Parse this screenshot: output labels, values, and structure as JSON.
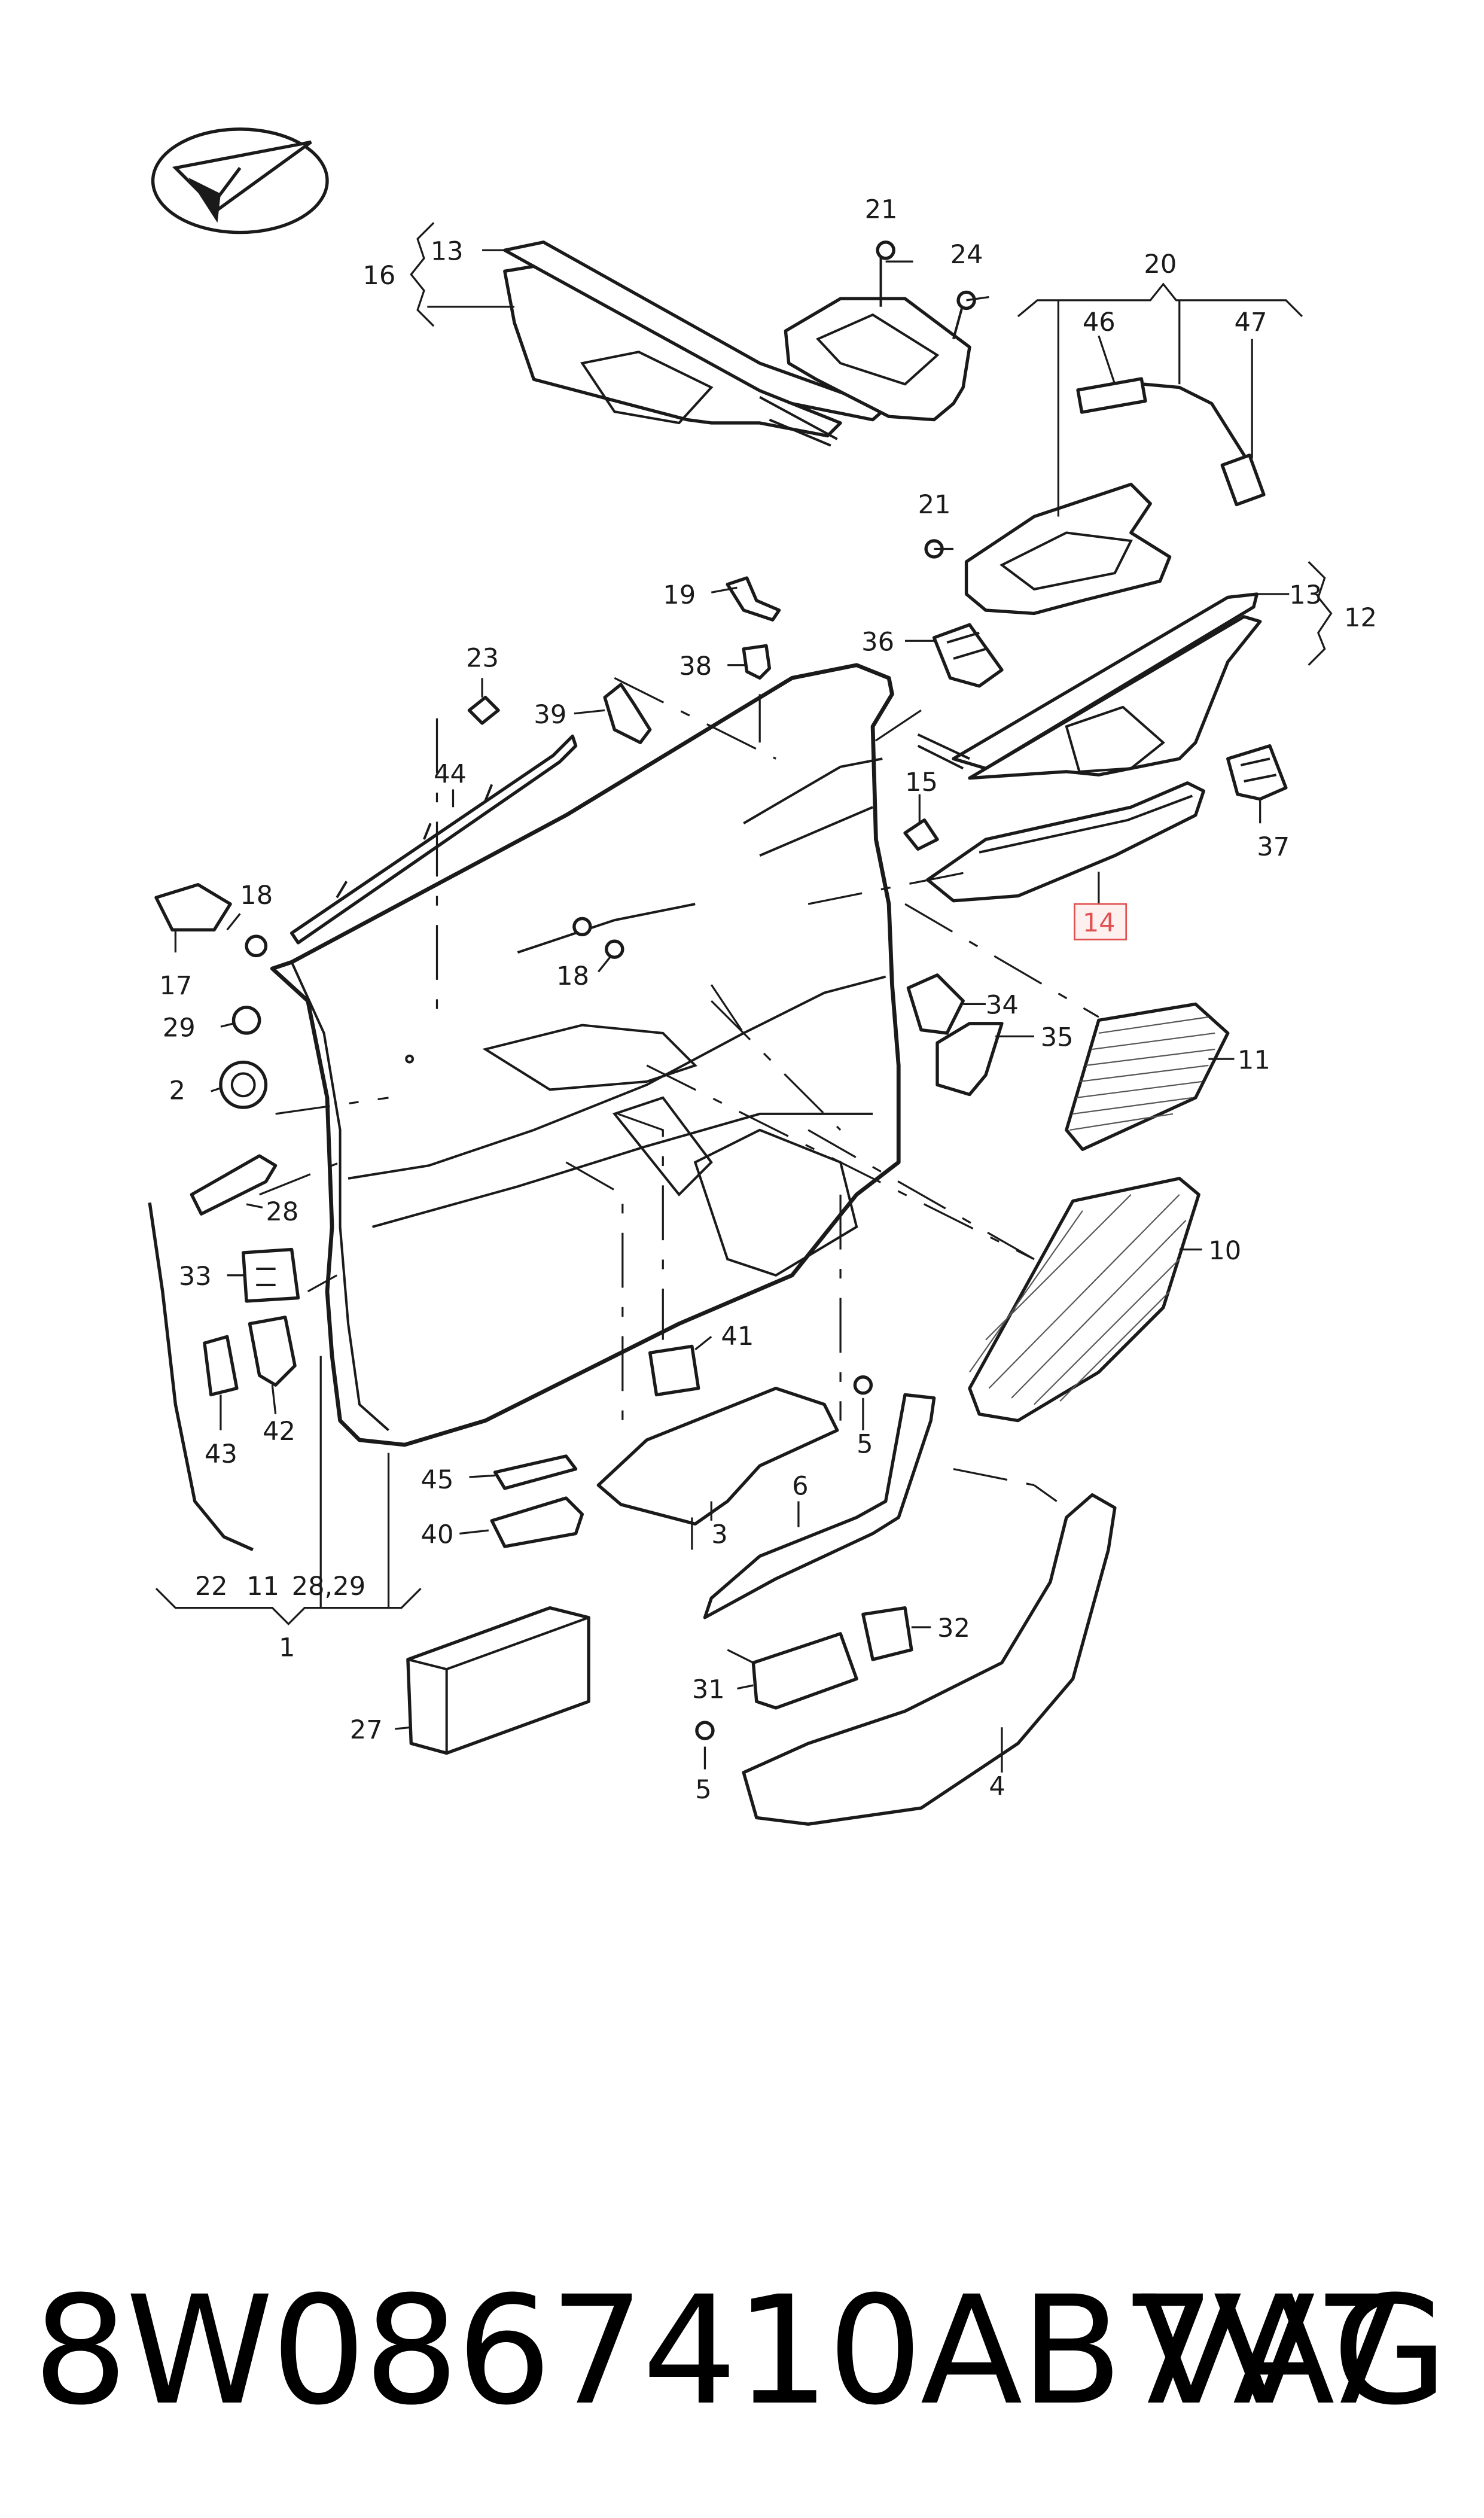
{
  "footer": {
    "part_number": "8W0867410AB7V7",
    "brand": "VAG"
  },
  "highlight_color": "#e05050",
  "logo": {
    "icon": "paper-plane-check-logo-icon"
  },
  "callouts": [
    {
      "id": "c21a",
      "text": "21"
    },
    {
      "id": "c24",
      "text": "24"
    },
    {
      "id": "c13a",
      "text": "13"
    },
    {
      "id": "c16",
      "text": "16"
    },
    {
      "id": "c20",
      "text": "20"
    },
    {
      "id": "c46",
      "text": "46"
    },
    {
      "id": "c47",
      "text": "47"
    },
    {
      "id": "c21b",
      "text": "21"
    },
    {
      "id": "c13b",
      "text": "13"
    },
    {
      "id": "c12",
      "text": "12"
    },
    {
      "id": "c19",
      "text": "19"
    },
    {
      "id": "c36",
      "text": "36"
    },
    {
      "id": "c38",
      "text": "38"
    },
    {
      "id": "c23",
      "text": "23"
    },
    {
      "id": "c39",
      "text": "39"
    },
    {
      "id": "c15",
      "text": "15"
    },
    {
      "id": "c37",
      "text": "37"
    },
    {
      "id": "c44",
      "text": "44"
    },
    {
      "id": "c14",
      "text": "14"
    },
    {
      "id": "c18a",
      "text": "18"
    },
    {
      "id": "c18b",
      "text": "18"
    },
    {
      "id": "c17",
      "text": "17"
    },
    {
      "id": "c34",
      "text": "34"
    },
    {
      "id": "c35",
      "text": "35"
    },
    {
      "id": "c11",
      "text": "11"
    },
    {
      "id": "c29",
      "text": "29"
    },
    {
      "id": "c2",
      "text": "2"
    },
    {
      "id": "c28",
      "text": "28"
    },
    {
      "id": "c10",
      "text": "10"
    },
    {
      "id": "c33",
      "text": "33"
    },
    {
      "id": "c41",
      "text": "41"
    },
    {
      "id": "c43",
      "text": "43"
    },
    {
      "id": "c42",
      "text": "42"
    },
    {
      "id": "c5a",
      "text": "5"
    },
    {
      "id": "c45",
      "text": "45"
    },
    {
      "id": "c6",
      "text": "6"
    },
    {
      "id": "c40",
      "text": "40"
    },
    {
      "id": "c3",
      "text": "3"
    },
    {
      "id": "c32",
      "text": "32"
    },
    {
      "id": "c22",
      "text": "22"
    },
    {
      "id": "c11b",
      "text": "11"
    },
    {
      "id": "c2829",
      "text": "28,29"
    },
    {
      "id": "c1",
      "text": "1"
    },
    {
      "id": "c31",
      "text": "31"
    },
    {
      "id": "c27",
      "text": "27"
    },
    {
      "id": "c5b",
      "text": "5"
    },
    {
      "id": "c4",
      "text": "4"
    }
  ]
}
